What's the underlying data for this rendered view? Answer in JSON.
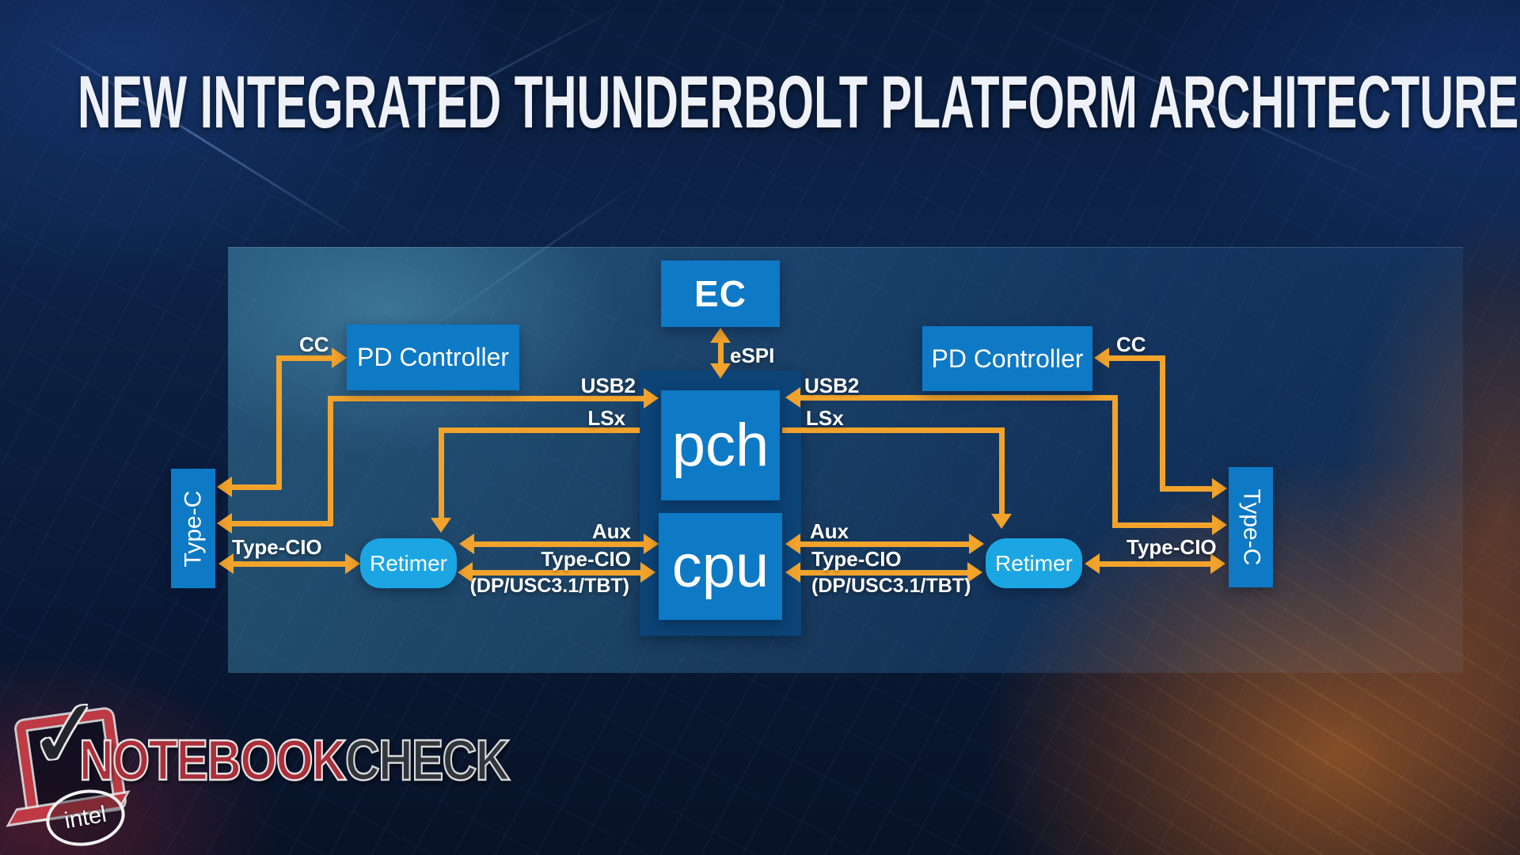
{
  "title": "NEW INTEGRATED THUNDERBOLT PLATFORM ARCHITECTURE",
  "colors": {
    "box_blue": "#0e79c5",
    "retimer_blue": "#1ba6e3",
    "container_navy": "#0c4478",
    "arrow_orange": "#f2a32c",
    "title_white": "#eef1f7",
    "logo_red": "#bf3a43"
  },
  "diagram": {
    "ec": "EC",
    "pch": "pch",
    "cpu": "cpu",
    "pd_left": "PD Controller",
    "pd_right": "PD Controller",
    "typec_left": "Type-C",
    "typec_right": "Type-C",
    "retimer_left": "Retimer",
    "retimer_right": "Retimer",
    "labels": {
      "espi": "eSPI",
      "cc_left": "CC",
      "cc_right": "CC",
      "usb2_left": "USB2",
      "usb2_right": "USB2",
      "lsx_left": "LSx",
      "lsx_right": "LSx",
      "aux_left": "Aux",
      "aux_right": "Aux",
      "typecio_mid_left": "Type-CIO",
      "typecio_mid_right": "Type-CIO",
      "typecio_outer_left": "Type-CIO",
      "typecio_outer_right": "Type-CIO",
      "dp_left": "(DP/USC3.1/TBT)",
      "dp_right": "(DP/USC3.1/TBT)"
    }
  },
  "watermark": {
    "notebook": "NOTEBOOK",
    "check": "CHECK",
    "checkmark": "✓",
    "intel": "intel"
  }
}
